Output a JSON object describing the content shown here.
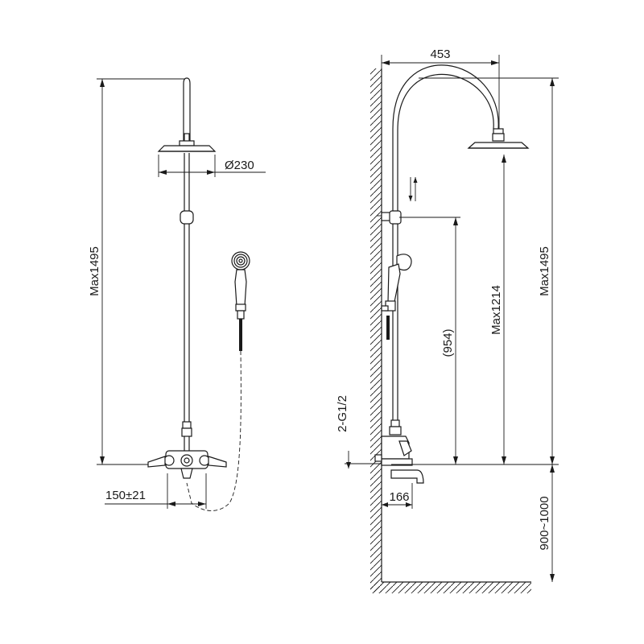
{
  "dimensions": {
    "front_height": "Max1495",
    "shower_head_diameter": "Ø230",
    "inlet_spacing": "150±21",
    "arm_reach": "453",
    "side_height": "Max1495",
    "side_slide_height": "Max1214",
    "slide_range": "(954)",
    "inlet_thread": "2-G1/2",
    "spout_projection": "166",
    "mount_height": "900~1000"
  }
}
